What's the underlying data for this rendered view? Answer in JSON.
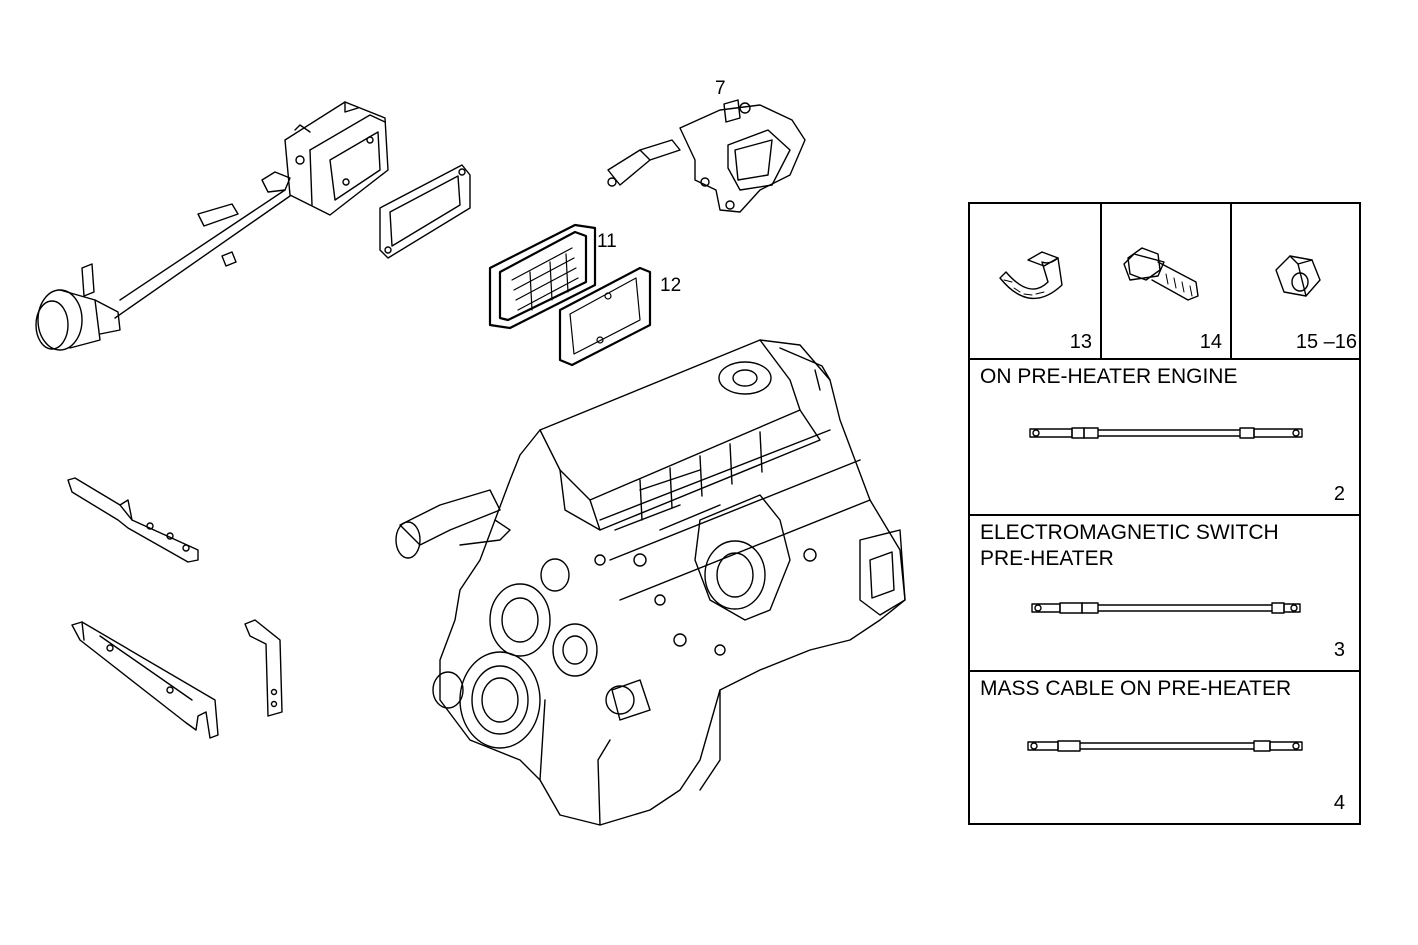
{
  "callouts": {
    "part_7": "7",
    "part_11": "11",
    "part_12": "12"
  },
  "legend": {
    "hardware": [
      {
        "number": "13",
        "icon": "cable-tie-icon"
      },
      {
        "number": "14",
        "icon": "flange-bolt-icon"
      },
      {
        "number": "15 –16",
        "icon": "hex-nut-icon"
      }
    ],
    "cables": [
      {
        "title": "ON PRE-HEATER ENGINE",
        "number": "2"
      },
      {
        "title": "ELECTROMAGNETIC SWITCH\nPRE-HEATER",
        "number": "3"
      },
      {
        "title": "MASS CABLE ON PRE-HEATER",
        "number": "4"
      }
    ]
  }
}
